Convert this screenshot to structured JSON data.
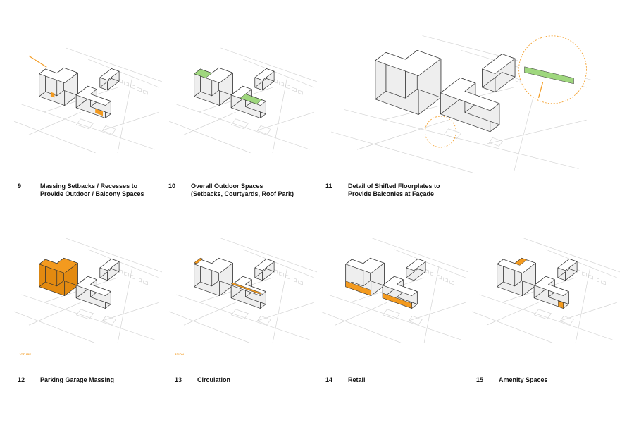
{
  "colors": {
    "accent": "#f39a1f",
    "green": "#9fd77e",
    "context": "#cfcfcf",
    "outline": "#333333"
  },
  "panels": [
    {
      "number": "9",
      "label": "Massing Setbacks / Recesses to\nProvide Outdoor / Balcony Spaces",
      "highlight": "setbacks",
      "marker_label": ""
    },
    {
      "number": "10",
      "label": "Overall Outdoor Spaces\n(Setbacks, Courtyards, Roof Park)",
      "highlight": "outdoor",
      "marker_label": ""
    },
    {
      "number": "11",
      "label": "Detail of Shifted Floorplates to\nProvide Balconies at Façade",
      "highlight": "detail",
      "marker_label": ""
    },
    {
      "number": "12",
      "label": "Parking Garage Massing",
      "highlight": "parking",
      "marker_label": "JCTURE"
    },
    {
      "number": "13",
      "label": "Circulation",
      "highlight": "circulation",
      "marker_label": "ATION"
    },
    {
      "number": "14",
      "label": "Retail",
      "highlight": "retail",
      "marker_label": ""
    },
    {
      "number": "15",
      "label": "Amenity Spaces",
      "highlight": "amenity",
      "marker_label": ""
    }
  ]
}
